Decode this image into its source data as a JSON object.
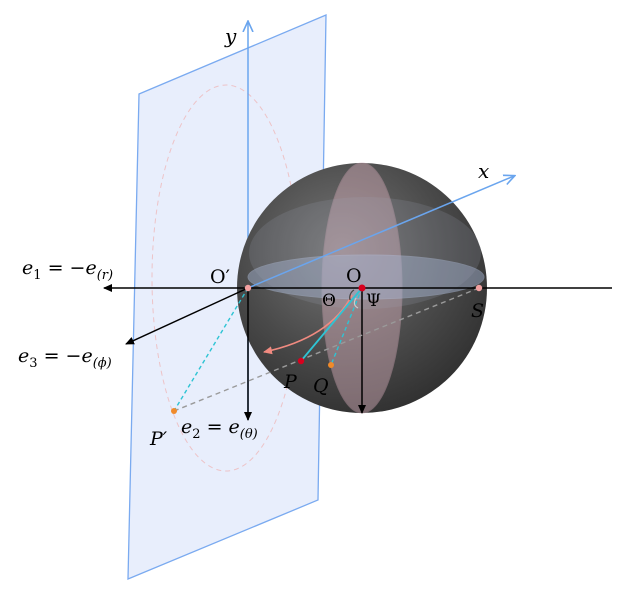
{
  "labels": {
    "y_axis": "y",
    "x_axis": "x",
    "e1": {
      "base": "e",
      "sub": "1",
      "eq": " = −e",
      "sub2": "(r)"
    },
    "e3": {
      "base": "e",
      "sub": "3",
      "eq": " = −e",
      "sub2": "(ϕ)"
    },
    "e2": {
      "base": "e",
      "sub": "2",
      "eq": " = e",
      "sub2": "(θ)"
    },
    "origin_prime": "O′",
    "origin": "O",
    "theta": "Θ",
    "psi": "Ψ",
    "point_s": "S",
    "point_p": "P",
    "point_q": "Q",
    "point_p_prime": "P′"
  },
  "colors": {
    "plane_fill": "#e8eefc",
    "plane_stroke": "#7aaaf0",
    "axis_blue": "#6aa5ee",
    "sphere_dark": "#3c3c3c",
    "cyan": "#2ec4d4",
    "salmon": "#f08a80",
    "red_point": "#d8001e",
    "orange_point": "#f08a2a"
  }
}
